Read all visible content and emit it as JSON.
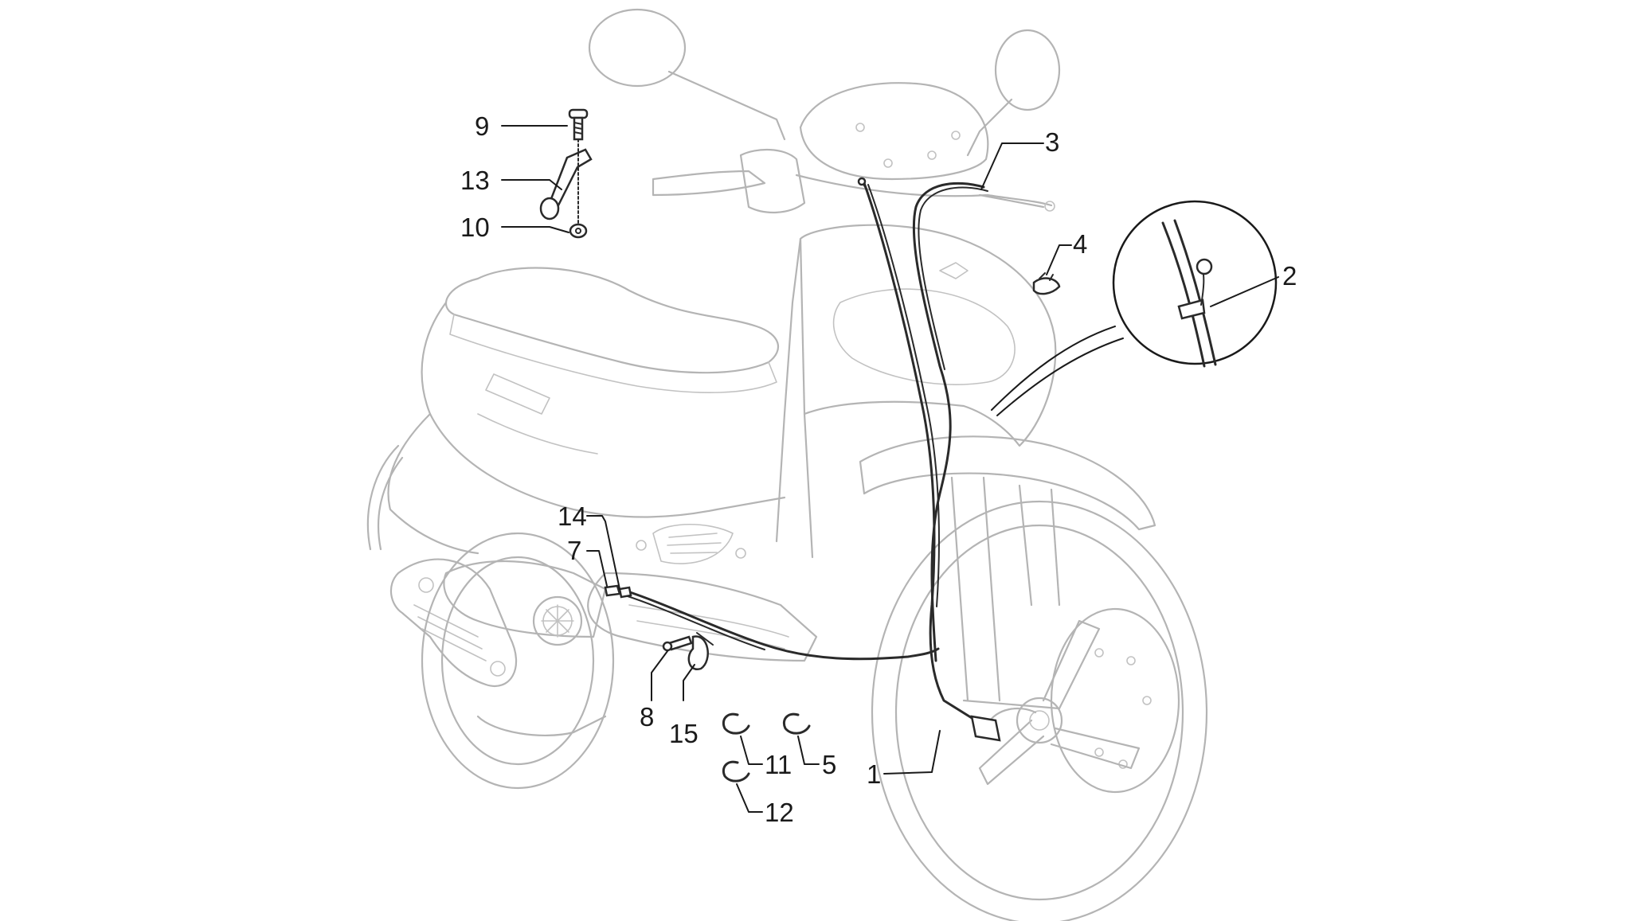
{
  "diagram": {
    "callouts": [
      {
        "id": "1",
        "label": "1"
      },
      {
        "id": "2",
        "label": "2"
      },
      {
        "id": "3",
        "label": "3"
      },
      {
        "id": "4",
        "label": "4"
      },
      {
        "id": "5",
        "label": "5"
      },
      {
        "id": "7",
        "label": "7"
      },
      {
        "id": "8",
        "label": "8"
      },
      {
        "id": "9",
        "label": "9"
      },
      {
        "id": "10",
        "label": "10"
      },
      {
        "id": "11",
        "label": "11"
      },
      {
        "id": "12",
        "label": "12"
      },
      {
        "id": "13",
        "label": "13"
      },
      {
        "id": "14",
        "label": "14"
      },
      {
        "id": "15",
        "label": "15"
      }
    ]
  }
}
